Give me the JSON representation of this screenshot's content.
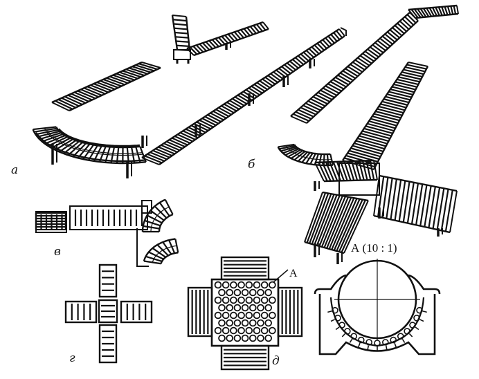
{
  "figure": {
    "panel_labels": {
      "a": "а",
      "b": "б",
      "v": "в",
      "g": "г",
      "d": "д"
    },
    "detail_label": "А (10 : 1)",
    "callout_label": "А"
  },
  "colors": {
    "ink": "#111111",
    "paper": "#ffffff"
  }
}
